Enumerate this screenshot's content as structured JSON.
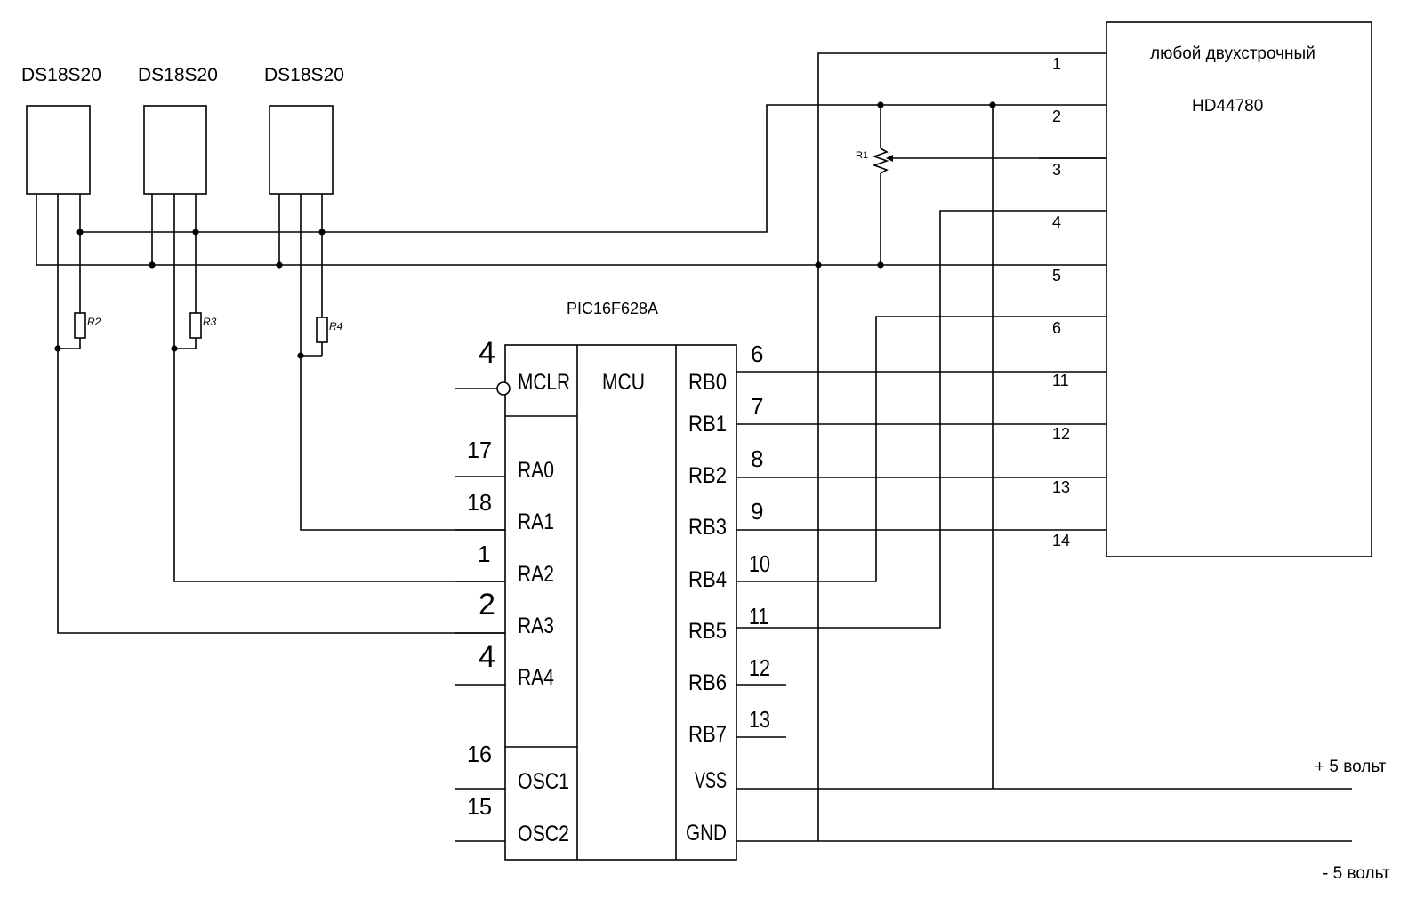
{
  "sensors": [
    {
      "label": "DS18S20"
    },
    {
      "label": "DS18S20"
    },
    {
      "label": "DS18S20"
    }
  ],
  "resistors": {
    "r1": "R1",
    "r2": "R2",
    "r3": "R3",
    "r4": "R4"
  },
  "lcd": {
    "line1": "любой двухстрочный",
    "line2": "HD44780",
    "pins": [
      "1",
      "2",
      "3",
      "4",
      "5",
      "6",
      "11",
      "12",
      "13",
      "14"
    ]
  },
  "mcu": {
    "part": "PIC16F628A",
    "core": "MCU",
    "left_signals": [
      "MCLR",
      "RA0",
      "RA1",
      "RA2",
      "RA3",
      "RA4",
      "OSC1",
      "OSC2"
    ],
    "left_pins": [
      "4",
      "17",
      "18",
      "1",
      "2",
      "4",
      "16",
      "15"
    ],
    "right_signals": [
      "RB0",
      "RB1",
      "RB2",
      "RB3",
      "RB4",
      "RB5",
      "RB6",
      "RB7",
      "VSS",
      "GND"
    ],
    "right_pins": [
      "6",
      "7",
      "8",
      "9",
      "10",
      "11",
      "12",
      "13"
    ]
  },
  "rails": {
    "plus": "+ 5 вольт",
    "minus": "- 5 вольт"
  }
}
